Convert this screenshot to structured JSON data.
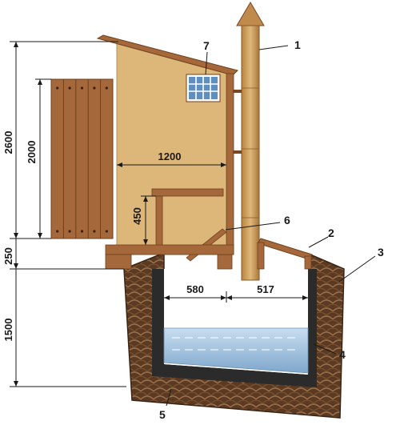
{
  "dimensions": {
    "total_height": "2600",
    "door_height": "2000",
    "base_height": "250",
    "pit_depth": "1500",
    "interior_depth": "1200",
    "seat_height": "450",
    "pit_left": "580",
    "pit_right": "517"
  },
  "callouts": {
    "c1": "1",
    "c2": "2",
    "c3": "3",
    "c4": "4",
    "c5": "5",
    "c6": "6",
    "c7": "7"
  },
  "colors": {
    "wall": "#dcb779",
    "wood": "#a5683a",
    "wood_dark": "#7b4620",
    "pipe": "#c99a58",
    "soil": "#5a3a22",
    "soil_light": "#8a6040",
    "water": "#a9c9e4",
    "pit_lining": "#2b2b2b"
  }
}
